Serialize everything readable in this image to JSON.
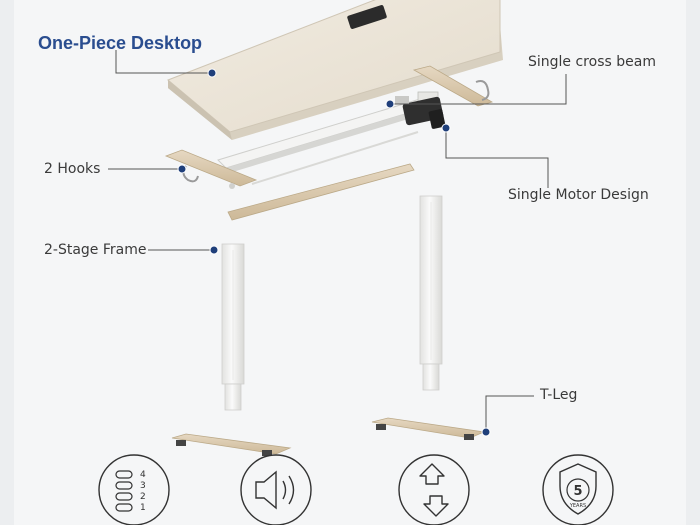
{
  "callouts": {
    "desktop": "One-Piece Desktop",
    "cross_beam": "Single cross beam",
    "hooks": "2 Hooks",
    "motor": "Single Motor Design",
    "frame": "2-Stage Frame",
    "t_leg": "T-Leg"
  },
  "feature_icons": {
    "memory_levels": [
      "4",
      "3",
      "2",
      "1"
    ],
    "warranty_number": "5",
    "warranty_word": "YEARS"
  },
  "colors": {
    "title": "#2a4d8f",
    "marker": "#1f3f7a",
    "leader": "#555555",
    "desktop_top": "#ece4d6",
    "wood": "#d9c9b0",
    "frame": "#f3f3f2"
  }
}
